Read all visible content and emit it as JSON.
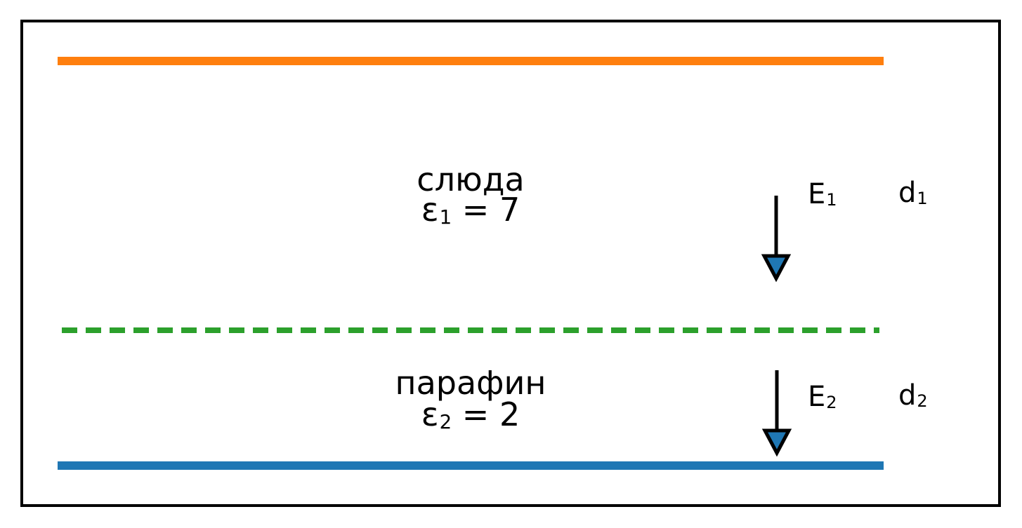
{
  "figure": {
    "background_color": "#ffffff",
    "border_color": "#000000",
    "description": "Two-layer dielectric capacitor diagram"
  },
  "capacitor": {
    "top_plate": {
      "color": "#ff7f0e"
    },
    "bottom_plate": {
      "color": "#1f77b4"
    },
    "interface_line": {
      "color": "#2ca02c",
      "style": "dashed"
    }
  },
  "regions": [
    {
      "material": "слюда",
      "permittivity_symbol": "ε",
      "permittivity_sub": "1",
      "permittivity_value": " = 7",
      "field_symbol": "E",
      "field_sub": "1",
      "thickness_symbol": "d",
      "thickness_sub": "1"
    },
    {
      "material": "парафин",
      "permittivity_symbol": "ε",
      "permittivity_sub": "2",
      "permittivity_value": " = 2",
      "field_symbol": "E",
      "field_sub": "2",
      "thickness_symbol": "d",
      "thickness_sub": "2"
    }
  ],
  "arrows": {
    "direction": "down",
    "fill_color": "#1f77b4",
    "stroke_color": "#000000"
  }
}
